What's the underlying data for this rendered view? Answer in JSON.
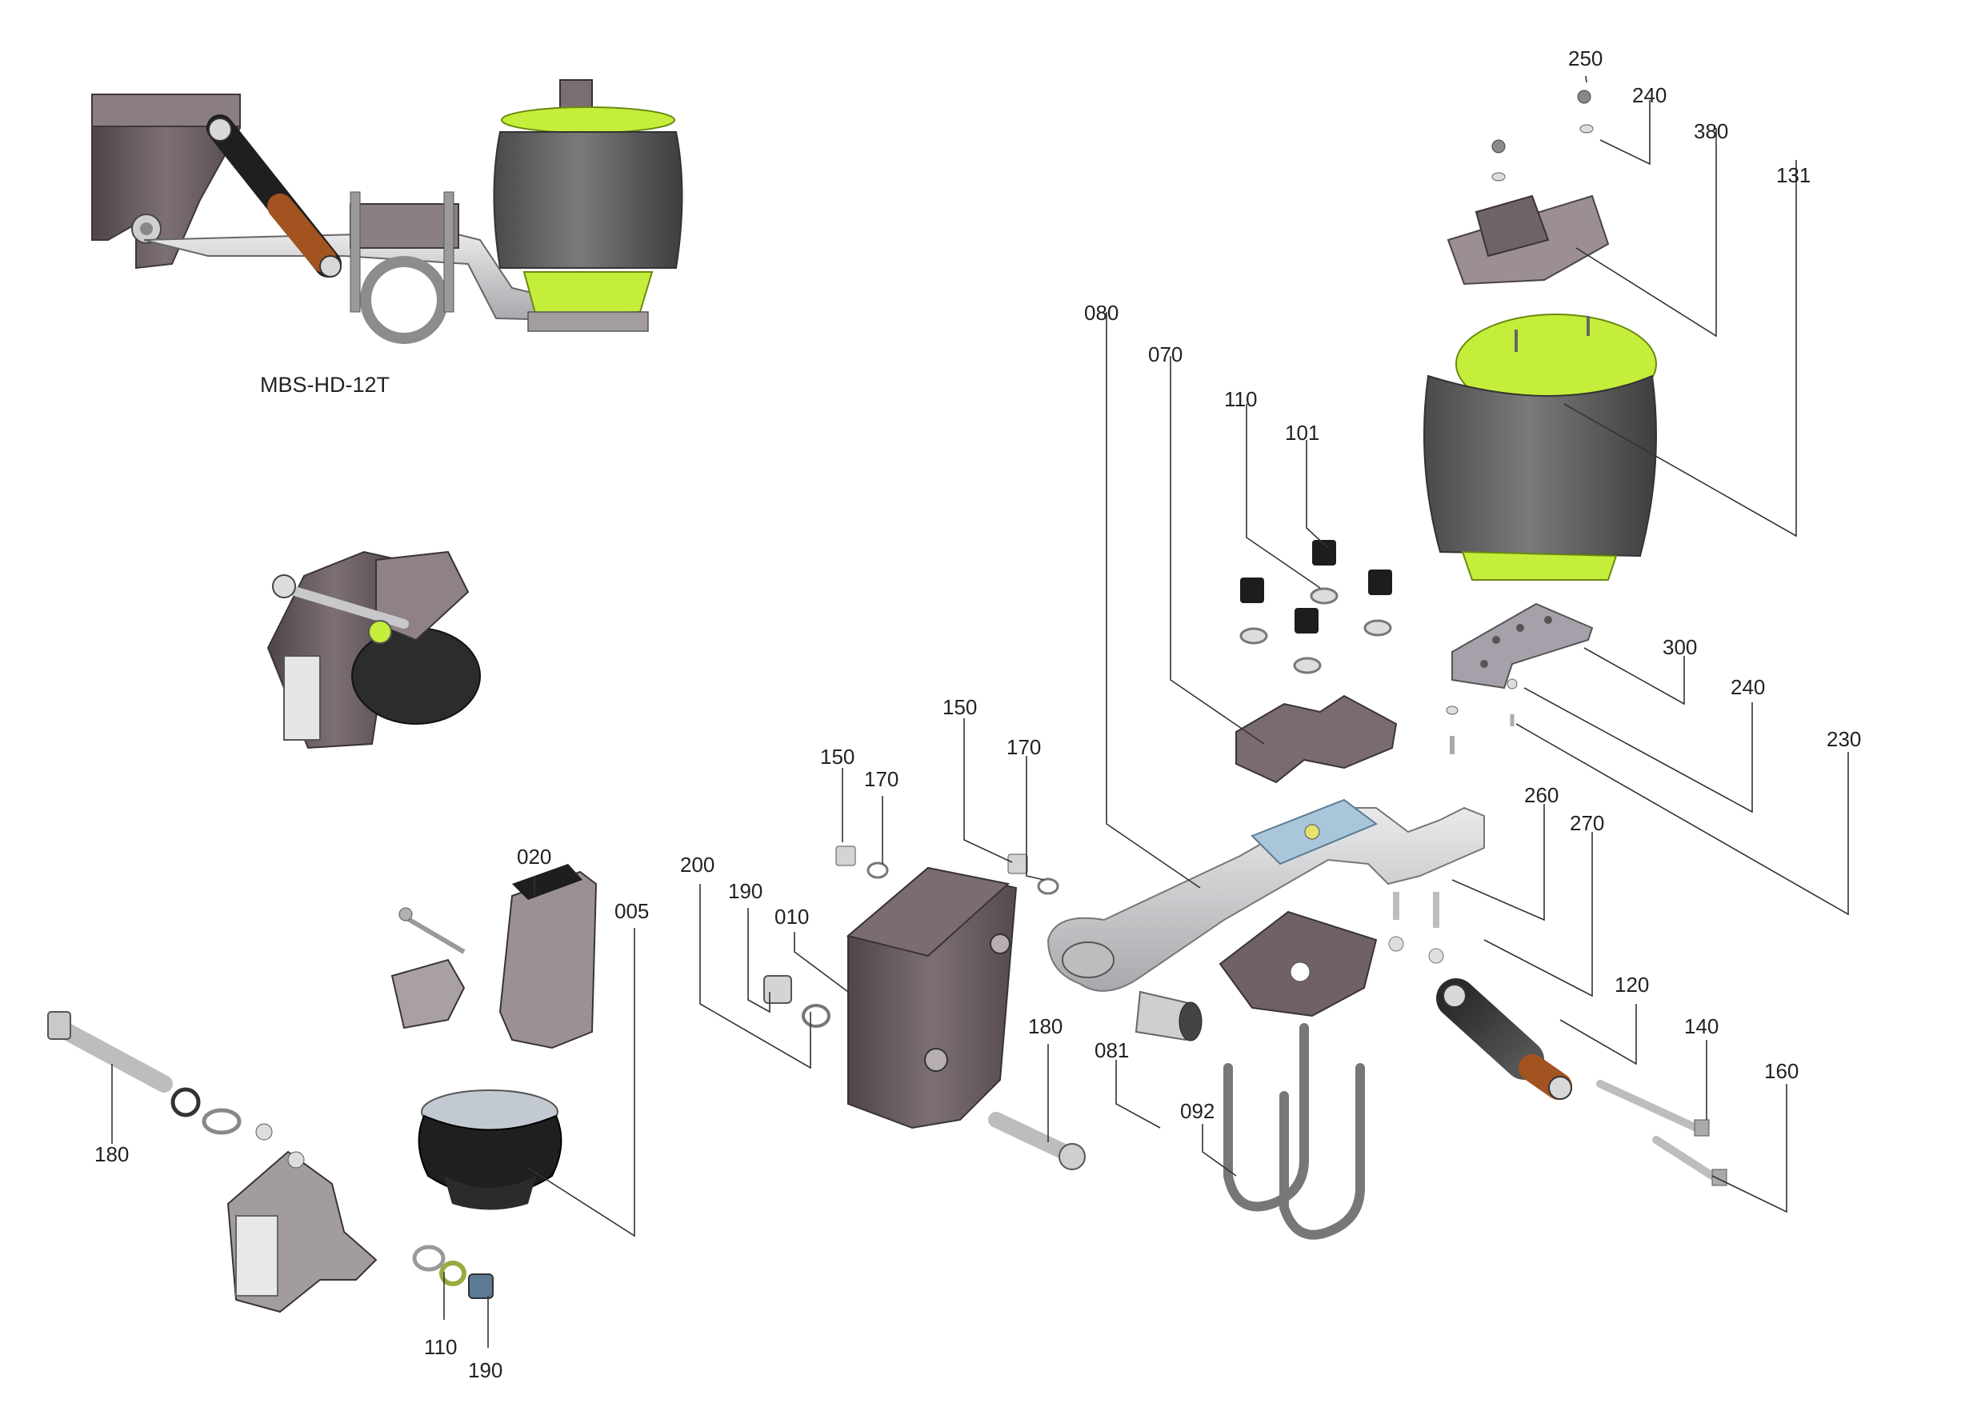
{
  "assembly": {
    "title": "MBS-HD-12T"
  },
  "callouts": [
    "250",
    "240",
    "380",
    "131",
    "080",
    "070",
    "110",
    "101",
    "300",
    "240",
    "230",
    "150",
    "170",
    "150",
    "170",
    "260",
    "270",
    "020",
    "005",
    "200",
    "190",
    "010",
    "120",
    "140",
    "180",
    "081",
    "092",
    "160",
    "180",
    "110",
    "190"
  ],
  "colors": {
    "body_dark": "#5e5559",
    "body_mid": "#7a6d72",
    "body_light": "#9d9398",
    "air_spring_green": "#c4ee3a",
    "bellow_grey": "#5f5f5f",
    "beam_grey": "#d2d2d4",
    "shock_orange": "#a35320",
    "line": "#333333"
  }
}
